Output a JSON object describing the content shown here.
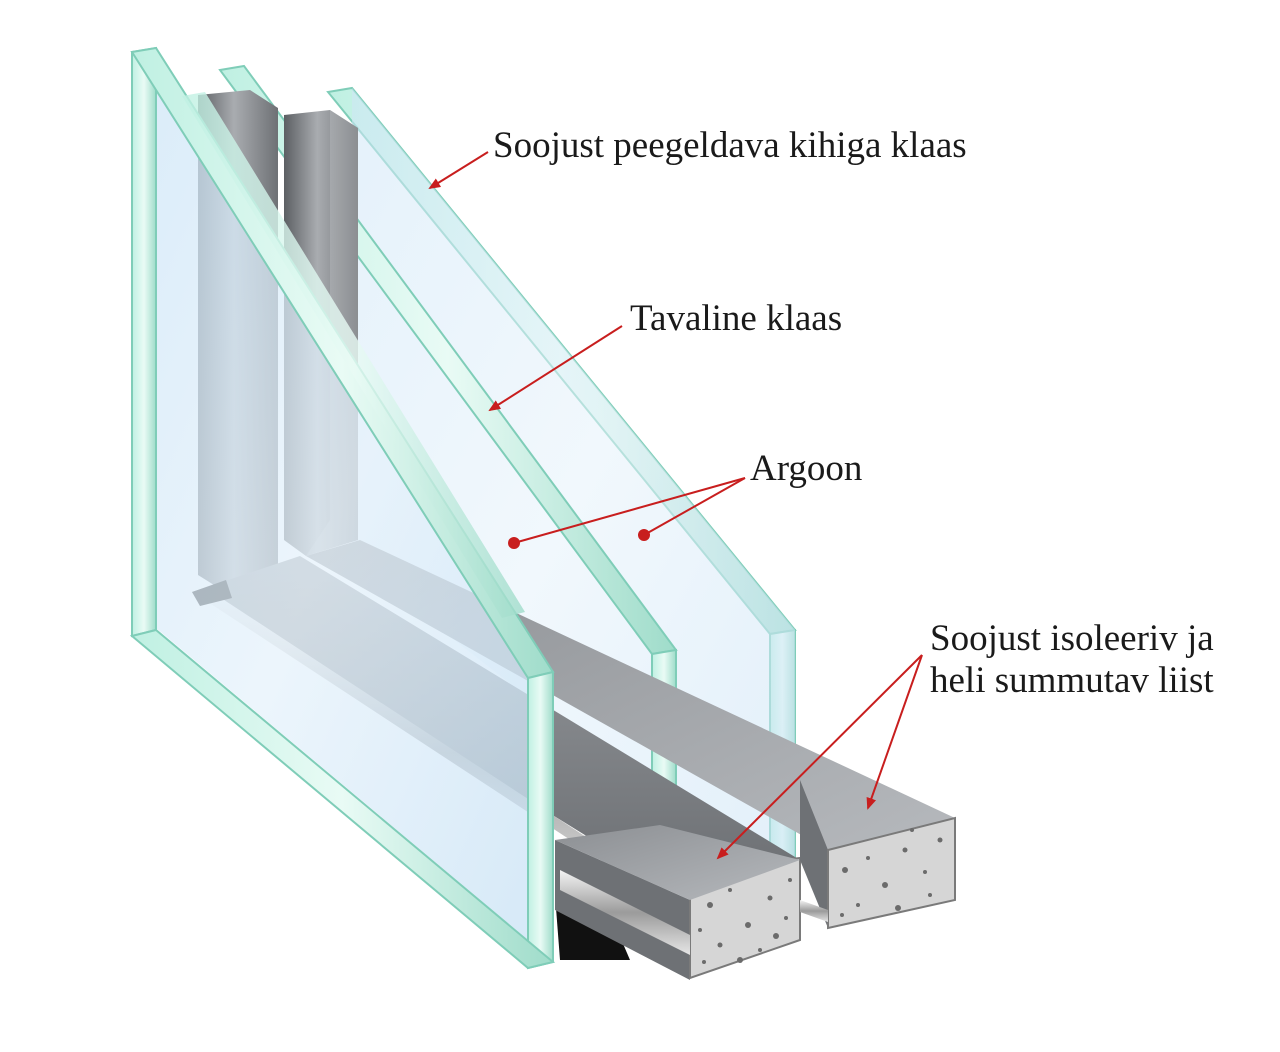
{
  "labels": {
    "low_e_glass": "Soojust peegeldava kihiga klaas",
    "plain_glass": "Tavaline klaas",
    "argon": "Argoon",
    "spacer_line1": "Soojust isoleeriv ja",
    "spacer_line2": "heli summutav liist"
  },
  "colors": {
    "arrow": "#c81e1e",
    "glass_edge": "#a8e6d6",
    "glass_face": "#d9ecf8",
    "spacer": "#8a8d91",
    "foam": "#d8d8d8"
  }
}
